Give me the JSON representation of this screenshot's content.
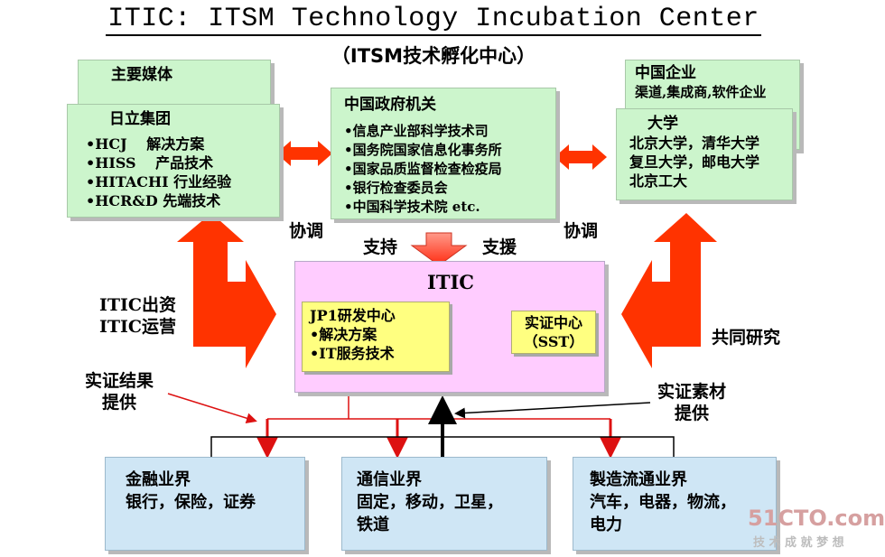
{
  "header": {
    "title": "ITIC: ITSM Technology Incubation Center",
    "subtitle": "（ITSM技术孵化中心）"
  },
  "left": {
    "media": {
      "title": "主要媒体"
    },
    "hitachi": {
      "title": "日立集团",
      "items": [
        "•HCJ　 解决方案",
        "•HISS　 产品技术",
        "•HITACHI 行业经验",
        "•HCR&D 先端技术"
      ]
    }
  },
  "center": {
    "gov": {
      "title": "中国政府机关",
      "items": [
        "•信息产业部科学技术司",
        "•国务院国家信息化事务所",
        "•国家品质监督检查检疫局",
        "•银行检查委员会",
        "•中国科学技术院 etc."
      ]
    }
  },
  "right": {
    "enterprise": {
      "title": "中国企业",
      "desc": "渠道,集成商,软件企业"
    },
    "university": {
      "title": "大学",
      "lines": [
        "北京大学，清华大学",
        "复旦大学，邮电大学",
        "北京工大"
      ]
    }
  },
  "itic": {
    "title": "ITIC",
    "jp1": {
      "lines": [
        "JP1研发中心",
        "•解决方案",
        "•IT服务技术"
      ]
    },
    "sst": {
      "lines": [
        "实证中心",
        "（SST）"
      ]
    }
  },
  "labels": {
    "coord_left": "协调",
    "coord_right": "协调",
    "support": "支持",
    "aid": "支援",
    "invest": "ITIC出资",
    "operate": "ITIC运营",
    "joint": "共同研究",
    "provide_results": [
      "实证结果",
      "提供"
    ],
    "provide_material": [
      "实证素材",
      "提供"
    ]
  },
  "industries": [
    {
      "title": "金融业界",
      "lines": [
        "银行，保险，证券"
      ]
    },
    {
      "title": "通信业界",
      "lines": [
        "固定，移动，卫星，",
        "铁道"
      ]
    },
    {
      "title": "製造流通业界",
      "lines": [
        "汽车，电器，物流，",
        "电力"
      ]
    }
  ],
  "watermark": {
    "logo": "51CTO.com",
    "slogan": "技 术 成 就 梦 想"
  },
  "colors": {
    "green_box": "#ccf5cc",
    "blue_box": "#cfe6f5",
    "pink_box": "#ffccff",
    "yellow_box": "#ffff80",
    "arrow_red": "#ff3300"
  }
}
